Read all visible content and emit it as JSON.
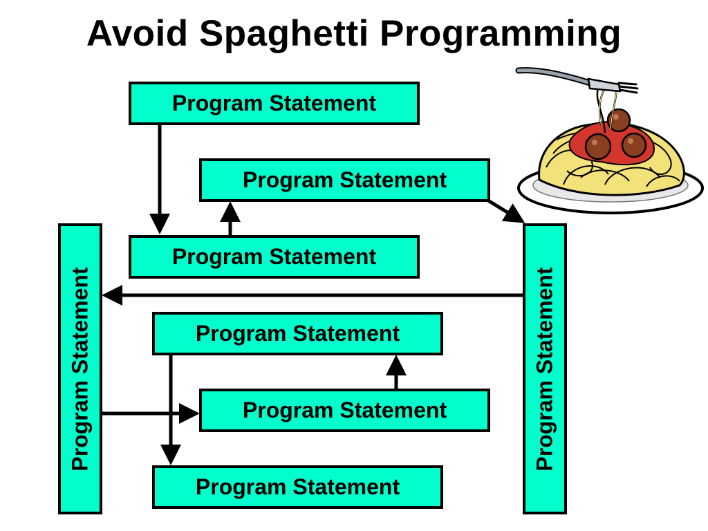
{
  "title": "Avoid Spaghetti Programming",
  "statements": {
    "box1": "Program Statement",
    "box2": "Program Statement",
    "box3": "Program Statement",
    "box4": "Program Statement",
    "box5": "Program Statement",
    "box6": "Program Statement",
    "left_vertical": "Program Statement",
    "right_vertical": "Program Statement"
  },
  "colors": {
    "box_fill": "#00ffcc",
    "border": "#000000",
    "sauce": "#d2362c",
    "pasta": "#f3e27a",
    "meatball": "#8a3f20"
  },
  "clipart": "spaghetti-plate-with-fork"
}
